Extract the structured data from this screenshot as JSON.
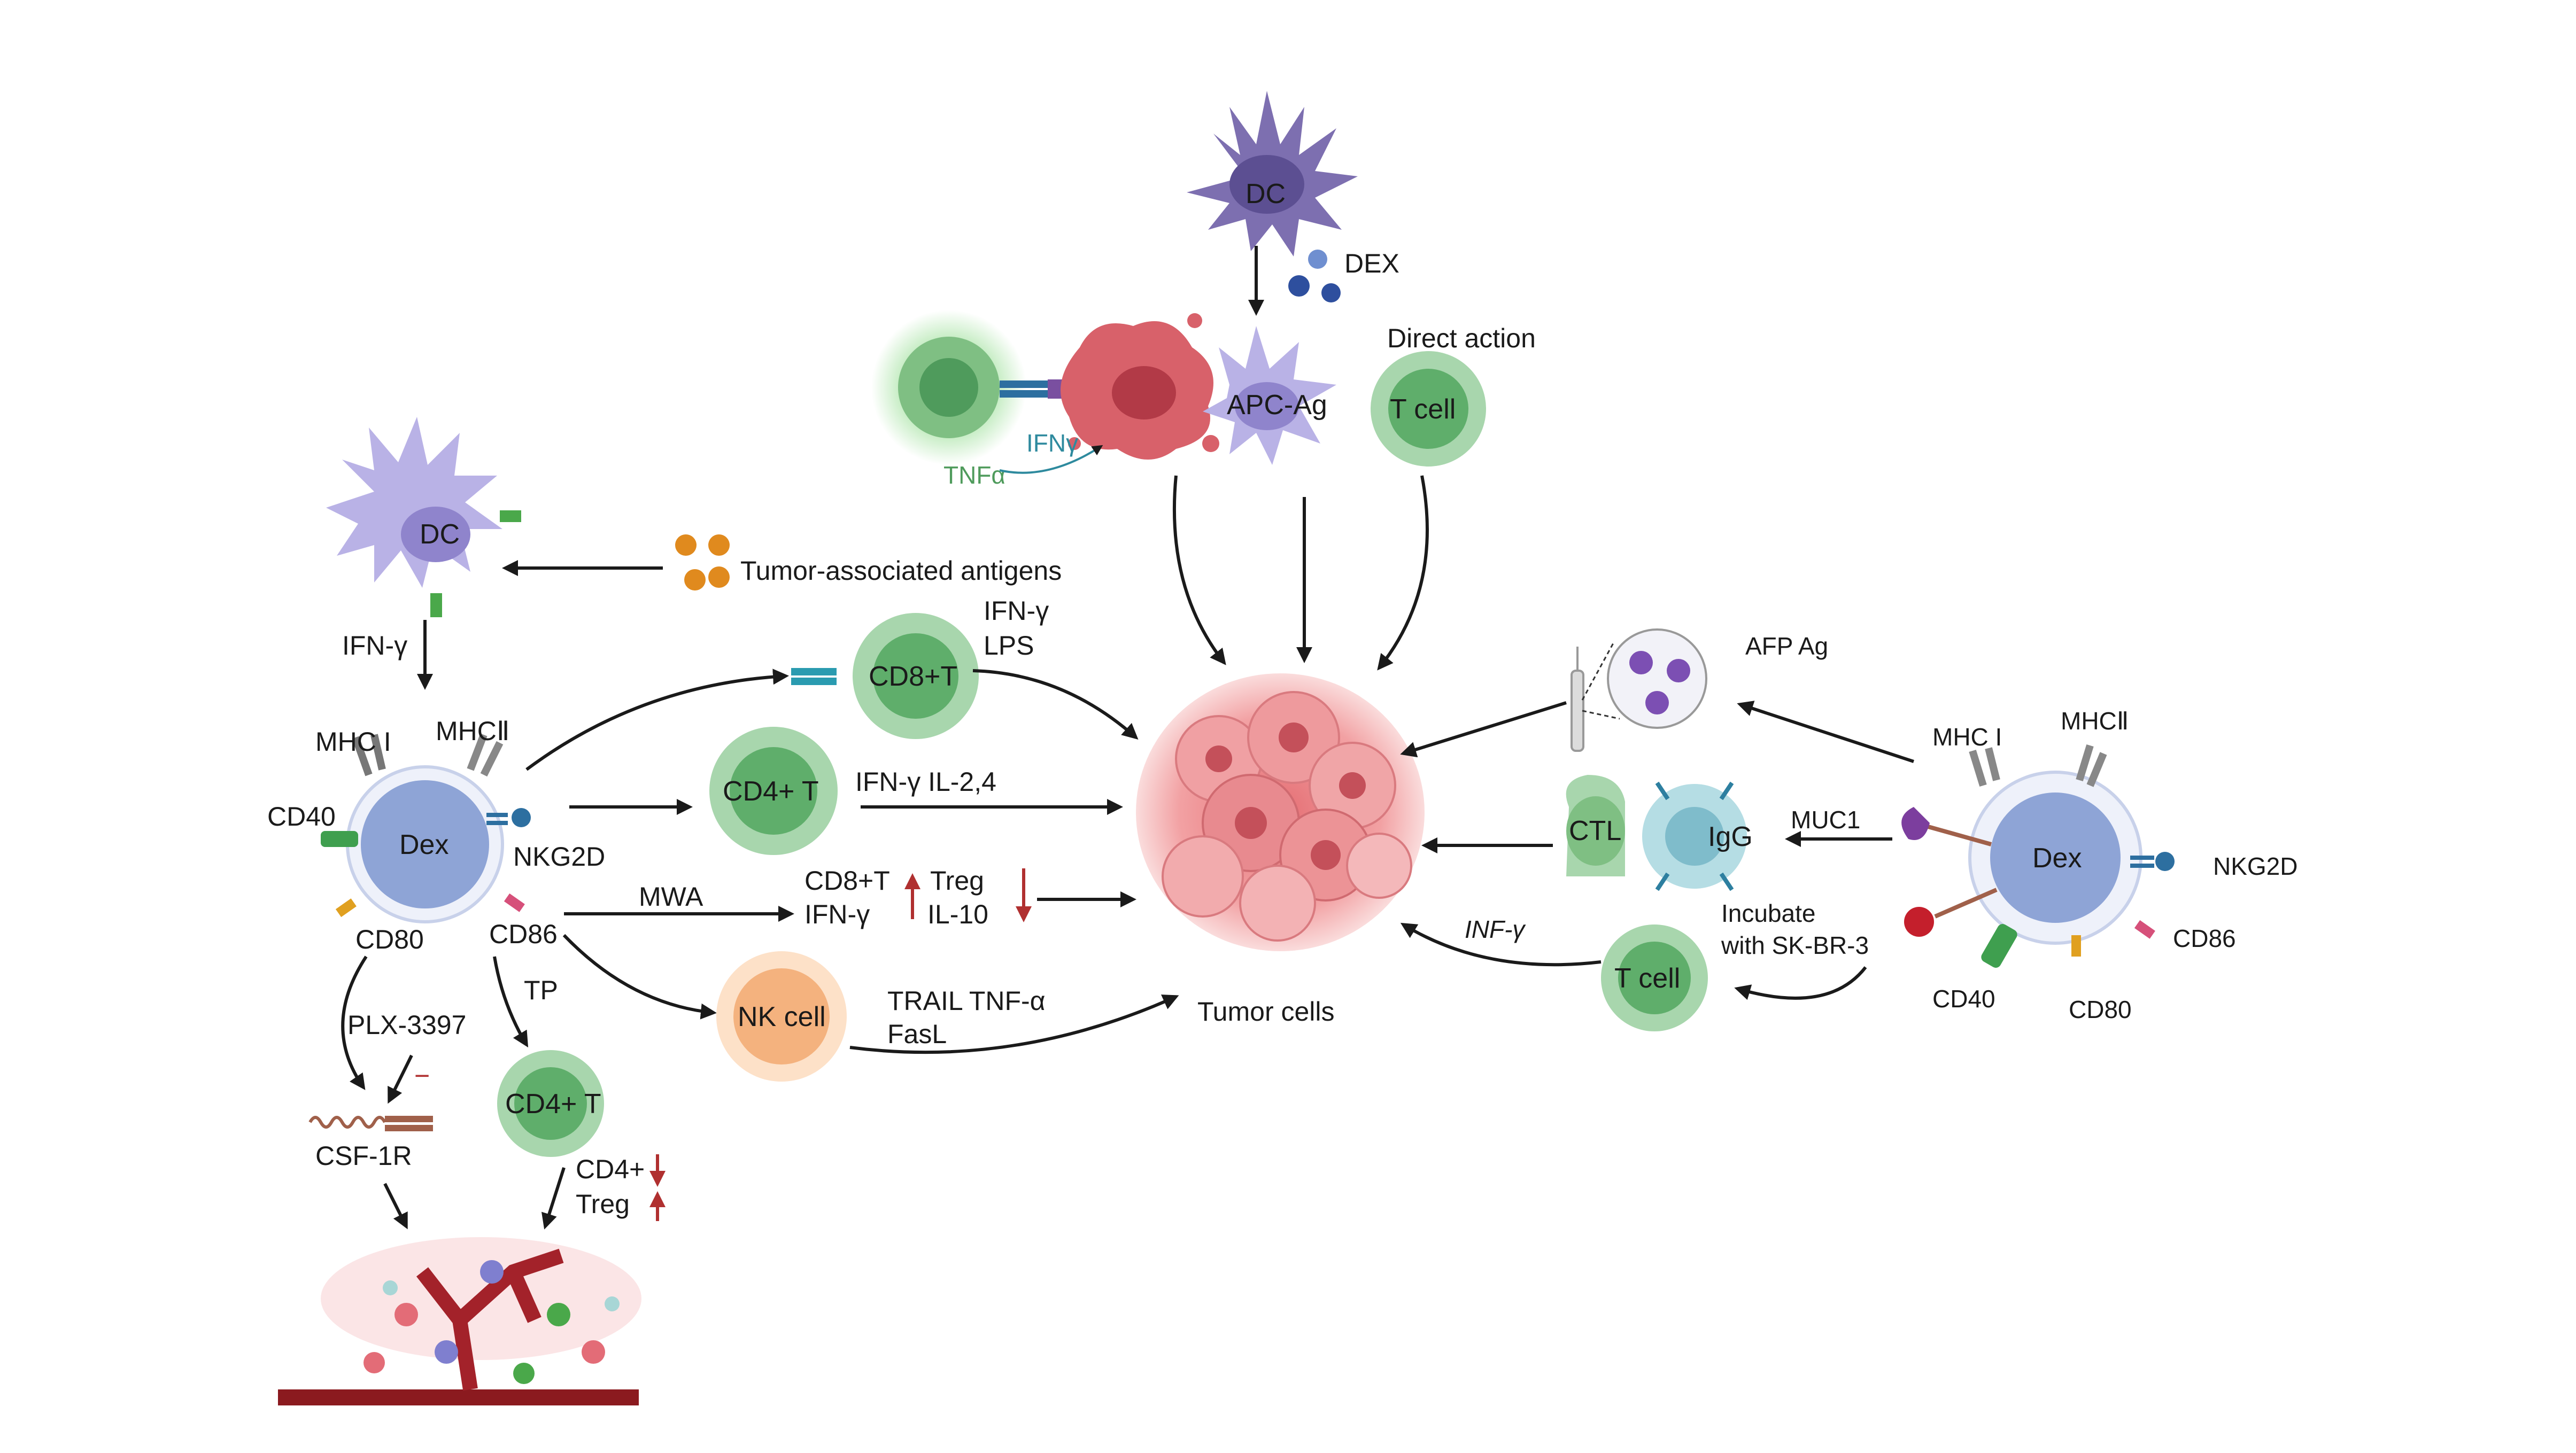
{
  "top": {
    "dc": "DC",
    "dex": "DEX",
    "direct_action": "Direct action",
    "apc_ag": "APC-Ag",
    "t_cell": "T cell",
    "ifn_gamma": "IFNγ",
    "tnf_alpha": "TNFα"
  },
  "left": {
    "dc": "DC",
    "tumor_antigens": "Tumor-associated antigens",
    "ifn_gamma": "IFN-γ",
    "mhc1": "MHC I",
    "mhc2": "MHCⅡ",
    "cd40": "CD40",
    "dex": "Dex",
    "nkg2d": "NKG2D",
    "cd80": "CD80",
    "cd86": "CD86",
    "cd8t": "CD8+T",
    "ifn_lps_1": "IFN-γ",
    "ifn_lps_2": "LPS",
    "cd4t": "CD4+ T",
    "ifn_il24": "IFN-γ  IL-2,4",
    "mwa": "MWA",
    "cd8t_up": "CD8+T",
    "ifn_gamma_2": "IFN-γ",
    "treg": "Treg",
    "il10": "IL-10",
    "nk_cell": "NK cell",
    "trail": "TRAIL TNF-α",
    "fasl": "FasL",
    "tp": "TP",
    "plx": "PLX-3397",
    "minus": "−",
    "csf1r": "CSF-1R",
    "cd4t_2": "CD4+ T",
    "cd4_down": "CD4+",
    "treg_up": "Treg"
  },
  "center": {
    "tumor_cells": "Tumor cells"
  },
  "right": {
    "afp": "AFP Ag",
    "mhc1": "MHC I",
    "mhc2": "MHCⅡ",
    "muc1": "MUC1",
    "ctl": "CTL",
    "igg": "IgG",
    "dex": "Dex",
    "nkg2d": "NKG2D",
    "incubate_1": "Incubate",
    "incubate_2": "with SK-BR-3",
    "inf_gamma": "INF-γ",
    "t_cell": "T cell",
    "cd86": "CD86",
    "cd40": "CD40",
    "cd80": "CD80"
  },
  "colors": {
    "dc_dark": "#7d6fb0",
    "dc_light": "#b9b2e6",
    "dex_blue": "#8ea4d6",
    "t_green": "#8fc79a",
    "tumor_red": "#e98b8b",
    "nk_orange": "#f4b27e",
    "arrow": "#1a1a1a",
    "red_arrow": "#b03030"
  }
}
